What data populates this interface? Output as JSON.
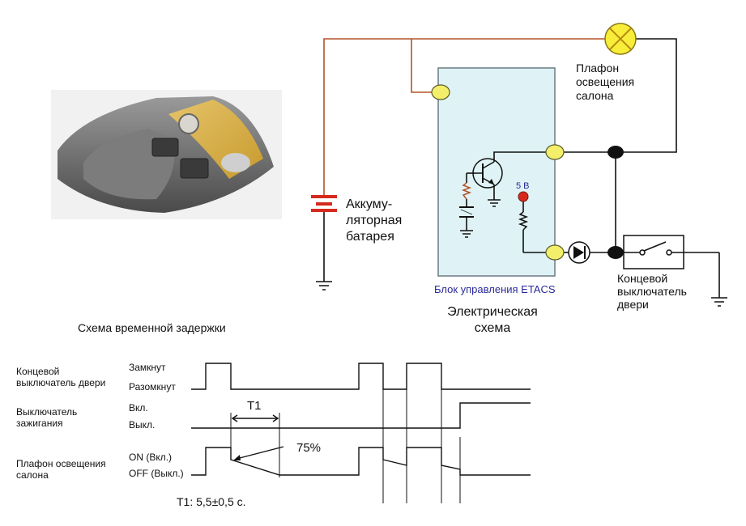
{
  "circuit": {
    "lamp_label": [
      "Плафон",
      "освещения",
      "салона"
    ],
    "battery_label": [
      "Аккуму-",
      "ляторная",
      "батарея"
    ],
    "control_unit_label": "Блок управления ETACS",
    "voltage_label": "5 В",
    "door_switch_label": [
      "Концевой",
      "выключатель",
      "двери"
    ],
    "caption": [
      "Электрическая",
      "схема"
    ],
    "colors": {
      "wire_battery": "#b4532a",
      "wire": "#111111",
      "module_fill": "#dff3f6",
      "terminal_fill": "#f4ef6a",
      "lamp_fill": "#f8ee3a",
      "voltage_dot": "#d62a1e",
      "label_blue": "#2a2a9a"
    }
  },
  "timing": {
    "title": "Схема временной задержки",
    "rows": [
      {
        "name": [
          "Концевой",
          "выключатель двери"
        ],
        "states": [
          "Замкнут",
          "Разомкнут"
        ]
      },
      {
        "name": [
          "Выключатель",
          "зажигания"
        ],
        "states": [
          "Вкл.",
          "Выкл."
        ]
      },
      {
        "name": [
          "Плафон освещения",
          "салона"
        ],
        "states": [
          "ON (Вкл.)",
          "OFF (Выкл.)"
        ]
      }
    ],
    "t1_marker": "T1",
    "percent_label": "75%",
    "t1_note": "T1: 5,5±0,5 с."
  }
}
